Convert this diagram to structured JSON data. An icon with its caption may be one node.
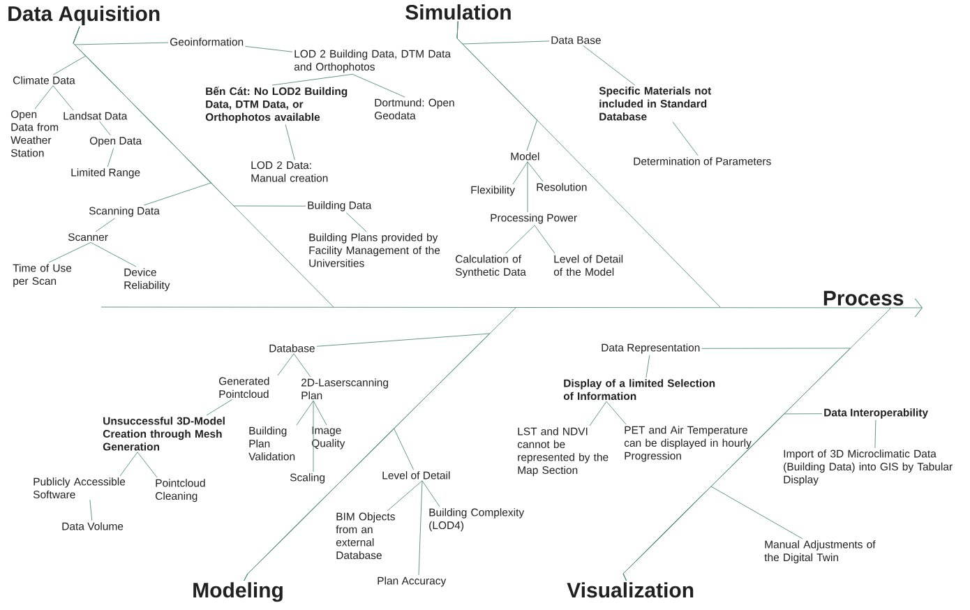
{
  "diagram": {
    "nodes": [
      {
        "text": [
          "Data Aquisition"
        ]
      },
      {
        "text": [
          "Geoinformation"
        ]
      },
      {
        "text": [
          "LOD 2 Building Data, DTM Data and Orthophotos"
        ]
      },
      {
        "text": [
          "Bến Cát: No LOD2 Building Data, DTM Data, or Orthophotos available"
        ]
      },
      {
        "text": [
          "Dortmund: Open Geodata"
        ]
      },
      {
        "text": [
          "LOD 2 Data: Manual creation"
        ]
      },
      {
        "text": [
          "Climate Data"
        ]
      },
      {
        "text": [
          "Open Data from Weather Station"
        ]
      },
      {
        "text": [
          "Landsat Data"
        ]
      },
      {
        "text": [
          "Open Data"
        ]
      },
      {
        "text": [
          "Limited Range"
        ]
      },
      {
        "text": [
          "Scanning Data"
        ]
      },
      {
        "text": [
          "Scanner"
        ]
      },
      {
        "text": [
          "Time of Use per Scan"
        ]
      },
      {
        "text": [
          "Device Reliability"
        ]
      },
      {
        "text": [
          "Building Data"
        ]
      },
      {
        "text": [
          "Building Plans provided by Facility Management of the Universities"
        ]
      },
      {
        "text": [
          "Simulation"
        ]
      },
      {
        "text": [
          "Data Base"
        ]
      },
      {
        "text": [
          "Specific Materials not included in Standard Database"
        ]
      },
      {
        "text": [
          "Determination of Parameters"
        ]
      },
      {
        "text": [
          "Model"
        ]
      },
      {
        "text": [
          "Flexibility"
        ]
      },
      {
        "text": [
          "Resolution"
        ]
      },
      {
        "text": [
          "Processing Power"
        ]
      },
      {
        "text": [
          "Calculation of Synthetic Data"
        ]
      },
      {
        "text": [
          "Level of Detail of the Model"
        ]
      },
      {
        "text": [
          "Process"
        ]
      },
      {
        "text": [
          "Modeling"
        ]
      },
      {
        "text": [
          "Database"
        ]
      },
      {
        "text": [
          "Generated Pointcloud"
        ]
      },
      {
        "text": [
          "2D-Laserscanning Plan"
        ]
      },
      {
        "text": [
          "Unsuccessful 3D-Model Creation through Mesh Generation"
        ]
      },
      {
        "text": [
          "Building Plan Validation"
        ]
      },
      {
        "text": [
          "Image Quality"
        ]
      },
      {
        "text": [
          "Scaling"
        ]
      },
      {
        "text": [
          "Publicly Accessible Software"
        ]
      },
      {
        "text": [
          "Pointcloud Cleaning"
        ]
      },
      {
        "text": [
          "Data Volume"
        ]
      },
      {
        "text": [
          "Level of Detail"
        ]
      },
      {
        "text": [
          "BIM Objects from an external Database"
        ]
      },
      {
        "text": [
          "Building Complexity (LOD4)"
        ]
      },
      {
        "text": [
          "Plan Accuracy"
        ]
      },
      {
        "text": [
          "Visualization"
        ]
      },
      {
        "text": [
          "Data Representation"
        ]
      },
      {
        "text": [
          "Display of a limited Selection of Information"
        ]
      },
      {
        "text": [
          "LST and NDVI cannot be represented by the Map Section"
        ]
      },
      {
        "text": [
          "PET and Air Temperature can be displayed in hourly Progression"
        ]
      },
      {
        "text": [
          "Data Interoperability"
        ]
      },
      {
        "text": [
          "Import of 3D Microclimatic Data (Building Data) into GIS by Tabular Display"
        ]
      },
      {
        "text": [
          "Manual Adjustments of the Digital Twin"
        ]
      }
    ],
    "edges": [
      {
        "from": null,
        "to": 27,
        "arrow": "to"
      },
      {
        "from": 0,
        "to": null,
        "arrow": "none"
      },
      {
        "from": 17,
        "to": null,
        "arrow": "none"
      },
      {
        "from": 28,
        "to": null,
        "arrow": "none"
      },
      {
        "from": 43,
        "to": 27,
        "arrow": "none"
      },
      {
        "from": 1,
        "to": 0,
        "arrow": "none"
      },
      {
        "from": 6,
        "to": 0,
        "arrow": "none"
      },
      {
        "from": 11,
        "to": 0,
        "arrow": "none"
      },
      {
        "from": 15,
        "to": 0,
        "arrow": "none"
      },
      {
        "from": 18,
        "to": 17,
        "arrow": "none"
      },
      {
        "from": 21,
        "to": 17,
        "arrow": "none"
      },
      {
        "from": 29,
        "to": 28,
        "arrow": "none"
      },
      {
        "from": 39,
        "to": 28,
        "arrow": "none"
      },
      {
        "from": 44,
        "to": 43,
        "arrow": "none"
      },
      {
        "from": 48,
        "to": 43,
        "arrow": "none"
      },
      {
        "from": 50,
        "to": 43,
        "arrow": "none"
      },
      {
        "from": 1,
        "to": 2,
        "arrow": "none"
      },
      {
        "from": 2,
        "to": 3,
        "arrow": "none"
      },
      {
        "from": 2,
        "to": 4,
        "arrow": "none"
      },
      {
        "from": 3,
        "to": 5,
        "arrow": "none"
      },
      {
        "from": 6,
        "to": 7,
        "arrow": "none"
      },
      {
        "from": 6,
        "to": 8,
        "arrow": "none"
      },
      {
        "from": 8,
        "to": 9,
        "arrow": "none"
      },
      {
        "from": 9,
        "to": 10,
        "arrow": "none"
      },
      {
        "from": 11,
        "to": 12,
        "arrow": "none"
      },
      {
        "from": 12,
        "to": 13,
        "arrow": "none"
      },
      {
        "from": 12,
        "to": 14,
        "arrow": "none"
      },
      {
        "from": 15,
        "to": 16,
        "arrow": "none"
      },
      {
        "from": 18,
        "to": 19,
        "arrow": "none"
      },
      {
        "from": 19,
        "to": 20,
        "arrow": "none"
      },
      {
        "from": 21,
        "to": 22,
        "arrow": "none"
      },
      {
        "from": 21,
        "to": 23,
        "arrow": "none"
      },
      {
        "from": 21,
        "to": 24,
        "arrow": "none"
      },
      {
        "from": 24,
        "to": 25,
        "arrow": "none"
      },
      {
        "from": 24,
        "to": 26,
        "arrow": "none"
      },
      {
        "from": 29,
        "to": 30,
        "arrow": "none"
      },
      {
        "from": 29,
        "to": 31,
        "arrow": "none"
      },
      {
        "from": 30,
        "to": 32,
        "arrow": "none"
      },
      {
        "from": 31,
        "to": 33,
        "arrow": "none"
      },
      {
        "from": 31,
        "to": 34,
        "arrow": "none"
      },
      {
        "from": 31,
        "to": 35,
        "arrow": "none"
      },
      {
        "from": 32,
        "to": 36,
        "arrow": "none"
      },
      {
        "from": 32,
        "to": 37,
        "arrow": "none"
      },
      {
        "from": 36,
        "to": 38,
        "arrow": "none"
      },
      {
        "from": 39,
        "to": 40,
        "arrow": "none"
      },
      {
        "from": 39,
        "to": 41,
        "arrow": "none"
      },
      {
        "from": 39,
        "to": 42,
        "arrow": "none"
      },
      {
        "from": 44,
        "to": 45,
        "arrow": "none"
      },
      {
        "from": 45,
        "to": 46,
        "arrow": "none"
      },
      {
        "from": 45,
        "to": 47,
        "arrow": "none"
      },
      {
        "from": 48,
        "to": 49,
        "arrow": "none"
      }
    ]
  }
}
